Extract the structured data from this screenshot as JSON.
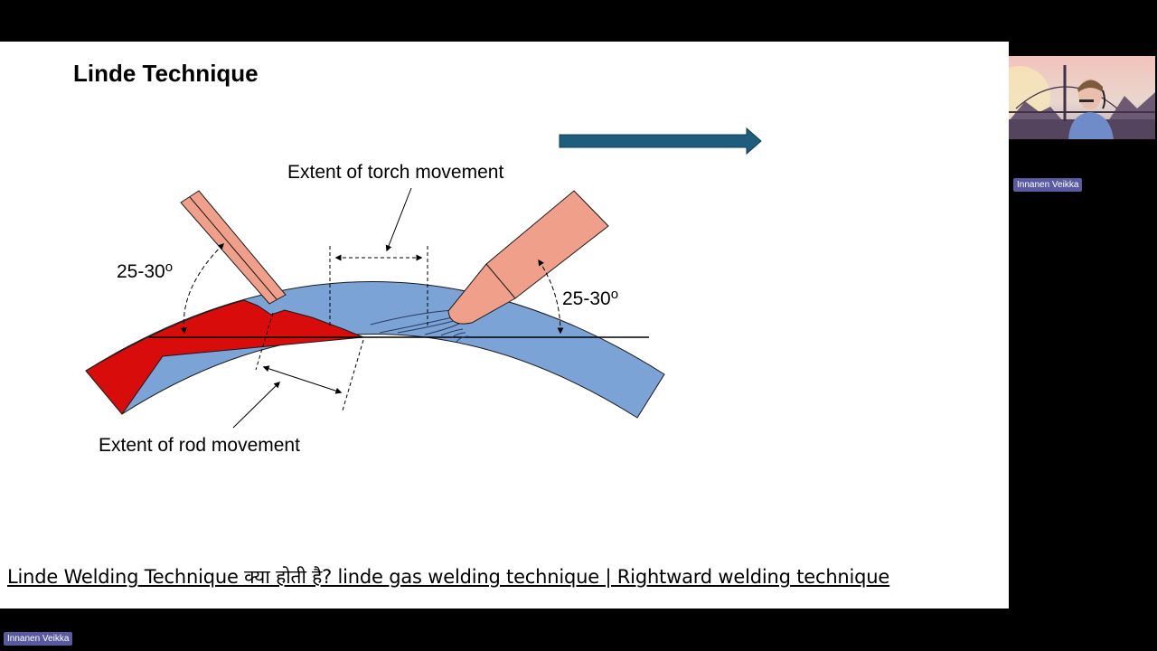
{
  "slide": {
    "title": "Linde Technique",
    "link_text": "Linde Welding Technique क्या होती है? linde gas welding technique | Rightward welding technique"
  },
  "diagram": {
    "label_torch_movement": "Extent of torch movement",
    "label_rod_movement": "Extent of rod movement",
    "angle_rod": "25-30",
    "angle_torch": "25-30",
    "degree_symbol": "o"
  },
  "colors": {
    "workpiece_blue": "#7ca3d6",
    "weld_red": "#d90c0c",
    "torch_salmon": "#f0a08a",
    "direction_arrow": "#1e5d7c"
  },
  "participant": {
    "name": "Innanen Veikka",
    "bottom_name": "Innanen Veikka"
  }
}
